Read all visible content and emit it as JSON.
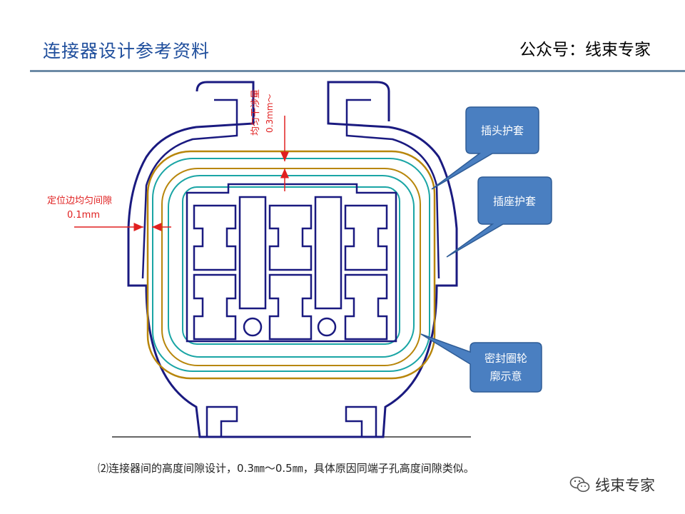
{
  "header": {
    "title": "连接器设计参考资料",
    "account": "公众号：线束专家"
  },
  "diagram": {
    "annotations": {
      "vertical_gap_label": "均匀干涉量",
      "vertical_gap_value": "0.3mm～",
      "side_gap_label": "定位边均匀间隙",
      "side_gap_value": "0.1mm"
    },
    "callouts": {
      "plug_sheath": "插头护套",
      "socket_sheath": "插座护套",
      "seal_line1": "密封圈轮",
      "seal_line2": "廓示意"
    }
  },
  "caption": "⑵连接器间的高度间隙设计，0.3㎜～0.5㎜，具体原因同端子孔高度间隙类似。",
  "watermark": {
    "label": "线束专家",
    "icon": "wechat-icon"
  },
  "colors": {
    "title": "#1f4e9c",
    "outline": "#1a1a80",
    "gold": "#b8860b",
    "teal": "#1aa5a5",
    "callout": "#4a7fc1",
    "dimension": "#e02020"
  }
}
